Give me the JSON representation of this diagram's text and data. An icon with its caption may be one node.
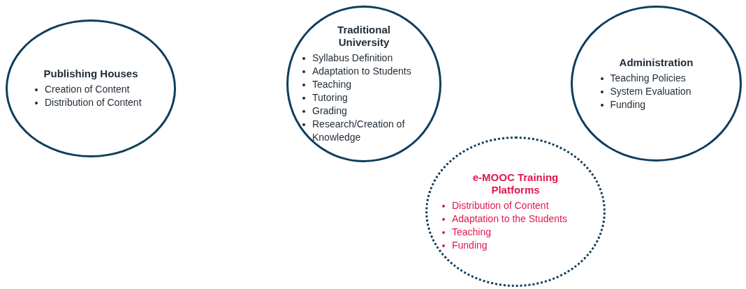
{
  "diagram": {
    "nodes": [
      {
        "text": [
          "Publishing Houses",
          "Creation of Content",
          "Distribution of Content"
        ]
      },
      {
        "text": [
          "Traditional University",
          "Syllabus Definition",
          "Adaptation to Students",
          "Teaching",
          "Tutoring",
          "Grading",
          "Research/Creation of Knowledge"
        ]
      },
      {
        "text": [
          "Administration",
          "Teaching Policies",
          "System Evaluation",
          "Funding"
        ]
      },
      {
        "text": [
          "e-MOOC Training Platforms",
          "Distribution of Content",
          "Adaptation to the Students",
          "Teaching",
          "Funding"
        ]
      }
    ]
  }
}
